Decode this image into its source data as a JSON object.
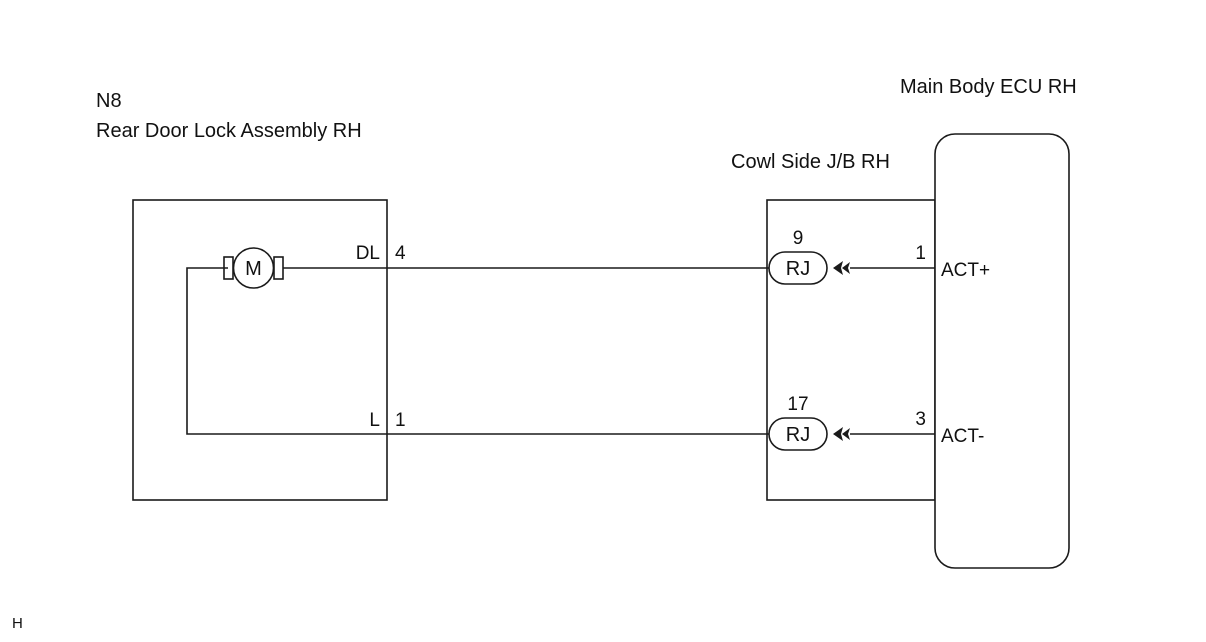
{
  "components": {
    "door_lock": {
      "code": "N8",
      "name": "Rear Door Lock Assembly RH",
      "motor_symbol": "M",
      "terminals": [
        {
          "name": "DL",
          "pin": "4"
        },
        {
          "name": "L",
          "pin": "1"
        }
      ]
    },
    "junction_block": {
      "name": "Cowl Side J/B RH",
      "connectors": [
        {
          "pin": "9",
          "code": "RJ"
        },
        {
          "pin": "17",
          "code": "RJ"
        }
      ]
    },
    "ecu": {
      "name": "Main Body ECU RH",
      "terminals": [
        {
          "pin": "1",
          "name": "ACT+"
        },
        {
          "pin": "3",
          "name": "ACT-"
        }
      ]
    }
  },
  "footer": {
    "mark": "H"
  },
  "colors": {
    "line": "#1a1a1a",
    "background": "#ffffff"
  }
}
